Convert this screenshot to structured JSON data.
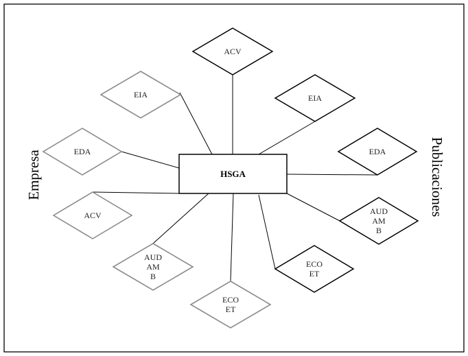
{
  "center": {
    "label": "HSGA"
  },
  "sides": {
    "left": "Empresa",
    "right": "Publicaciones"
  },
  "colors": {
    "frame": "#000000",
    "center": "#000000",
    "empresa": "#8a8a8a",
    "publicaciones": "#000000",
    "background": "#ffffff"
  },
  "empresa_nodes": [
    {
      "id": "empresa-eia",
      "lines": [
        "EIA"
      ]
    },
    {
      "id": "empresa-eda",
      "lines": [
        "EDA"
      ]
    },
    {
      "id": "empresa-acv",
      "lines": [
        "ACV"
      ]
    },
    {
      "id": "empresa-audamb",
      "lines": [
        "AUD",
        "AM",
        "B"
      ]
    },
    {
      "id": "empresa-ecoet",
      "lines": [
        "ECO",
        "ET"
      ]
    }
  ],
  "publicaciones_nodes": [
    {
      "id": "pub-acv",
      "lines": [
        "ACV"
      ]
    },
    {
      "id": "pub-eia",
      "lines": [
        "EIA"
      ]
    },
    {
      "id": "pub-eda",
      "lines": [
        "EDA"
      ]
    },
    {
      "id": "pub-audamb",
      "lines": [
        "AUD",
        "AM",
        "B"
      ]
    },
    {
      "id": "pub-ecoet",
      "lines": [
        "ECO",
        "ET"
      ]
    }
  ]
}
